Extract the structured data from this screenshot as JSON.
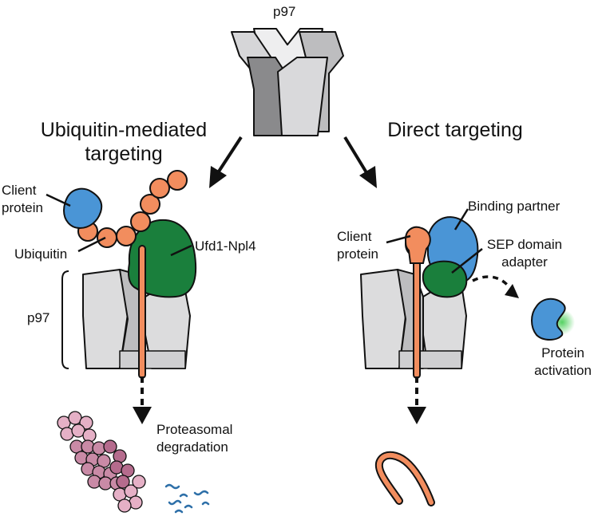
{
  "labels": {
    "p97_top": "p97",
    "ubiquitin_title_line1": "Ubiquitin-mediated",
    "ubiquitin_title_line2": "targeting",
    "direct_title": "Direct targeting",
    "client_protein_left_line1": "Client",
    "client_protein_left_line2": "protein",
    "ubiquitin": "Ubiquitin",
    "ufd1_npl4": "Ufd1-Npl4",
    "p97_left": "p97",
    "proteasomal_line1": "Proteasomal",
    "proteasomal_line2": "degradation",
    "client_protein_right_line1": "Client",
    "client_protein_right_line2": "protein",
    "binding_partner": "Binding partner",
    "sep_line1": "SEP domain",
    "sep_line2": "adapter",
    "activation_line1": "Protein",
    "activation_line2": "activation"
  },
  "colors": {
    "p97_light": "#dcdcdd",
    "p97_mid": "#bdbdbf",
    "p97_dark": "#8a8a8c",
    "ubiquitin": "#f28d5e",
    "client_blue": "#4a95d6",
    "adapter_green": "#1a7f3c",
    "proteasome": "#c98aa6",
    "activation_glow": "#4ccf5a"
  }
}
